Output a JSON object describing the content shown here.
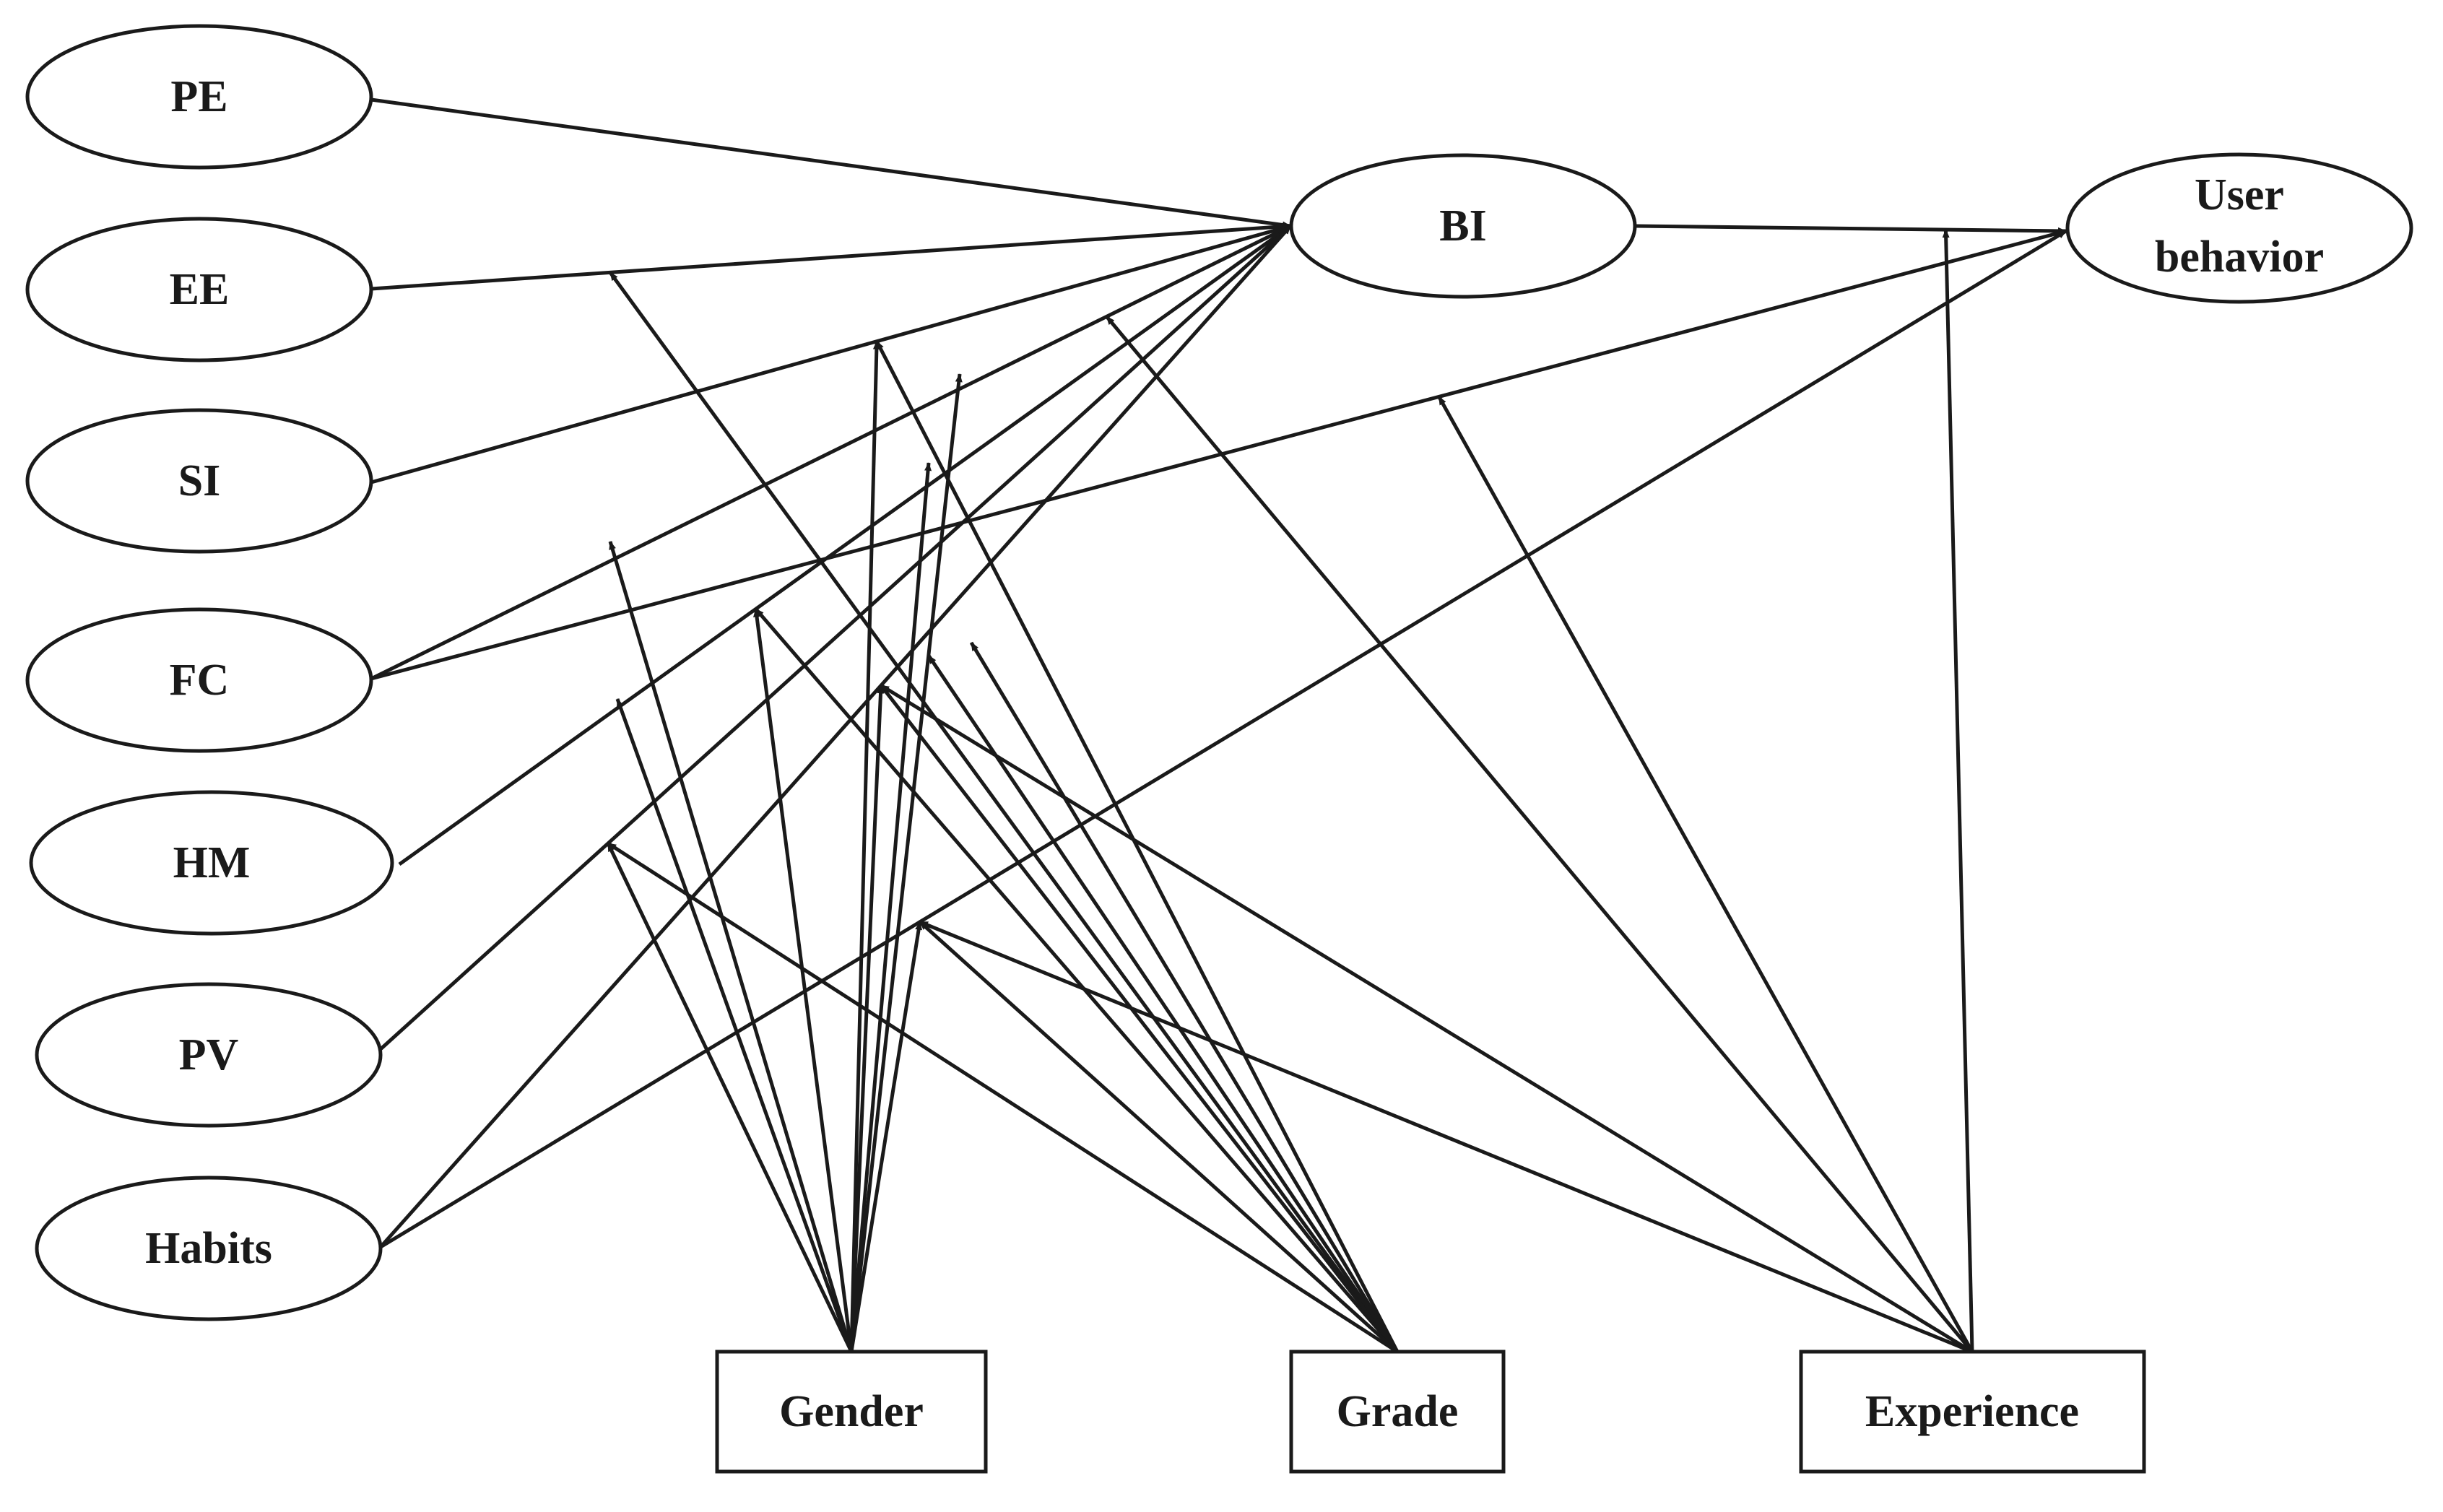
{
  "nodes": [
    {
      "id": "PE",
      "label": "PE",
      "shape": "ellipse"
    },
    {
      "id": "EE",
      "label": "EE",
      "shape": "ellipse"
    },
    {
      "id": "SI",
      "label": "SI",
      "shape": "ellipse"
    },
    {
      "id": "FC",
      "label": "FC",
      "shape": "ellipse"
    },
    {
      "id": "HM",
      "label": "HM",
      "shape": "ellipse"
    },
    {
      "id": "PV",
      "label": "PV",
      "shape": "ellipse"
    },
    {
      "id": "Habits",
      "label": "Habits",
      "shape": "ellipse"
    },
    {
      "id": "BI",
      "label": "BI",
      "shape": "ellipse"
    },
    {
      "id": "UB",
      "label_lines": [
        "User",
        "behavior"
      ],
      "shape": "ellipse"
    },
    {
      "id": "Gender",
      "label": "Gender",
      "shape": "rectangle"
    },
    {
      "id": "Grade",
      "label": "Grade",
      "shape": "rectangle"
    },
    {
      "id": "Experience",
      "label": "Experience",
      "shape": "rectangle"
    }
  ],
  "edges": [
    {
      "from": "PE",
      "to": "BI",
      "type": "path"
    },
    {
      "from": "EE",
      "to": "BI",
      "type": "path"
    },
    {
      "from": "SI",
      "to": "BI",
      "type": "path"
    },
    {
      "from": "FC",
      "to": "BI",
      "type": "path"
    },
    {
      "from": "HM",
      "to": "BI",
      "type": "path"
    },
    {
      "from": "PV",
      "to": "BI",
      "type": "path"
    },
    {
      "from": "Habits",
      "to": "BI",
      "type": "path"
    },
    {
      "from": "FC",
      "to": "UB",
      "type": "path"
    },
    {
      "from": "Habits",
      "to": "UB",
      "type": "path"
    },
    {
      "from": "BI",
      "to": "UB",
      "type": "path"
    },
    {
      "from": "Gender",
      "to": "SI-BI",
      "type": "moderation"
    },
    {
      "from": "Gender",
      "to": "HM-BI",
      "type": "moderation"
    },
    {
      "from": "Gender",
      "to": "PV-BI",
      "type": "moderation"
    },
    {
      "from": "Gender",
      "to": "Habits-BI",
      "type": "moderation"
    },
    {
      "from": "Gender",
      "to": "Habits-UB",
      "type": "moderation"
    },
    {
      "from": "Grade",
      "to": "EE-BI",
      "type": "moderation"
    },
    {
      "from": "Grade",
      "to": "SI-BI",
      "type": "moderation"
    },
    {
      "from": "Grade",
      "to": "HM-BI",
      "type": "moderation"
    },
    {
      "from": "Grade",
      "to": "PV-BI",
      "type": "moderation"
    },
    {
      "from": "Grade",
      "to": "Habits-BI",
      "type": "moderation"
    },
    {
      "from": "Grade",
      "to": "Habits-UB",
      "type": "moderation"
    },
    {
      "from": "Experience",
      "to": "FC-UB",
      "type": "moderation"
    },
    {
      "from": "Experience",
      "to": "Habits-BI",
      "type": "moderation"
    },
    {
      "from": "Experience",
      "to": "Habits-UB",
      "type": "moderation"
    },
    {
      "from": "Experience",
      "to": "BI-UB",
      "type": "moderation"
    },
    {
      "from": "Experience",
      "to": "FC-BI",
      "type": "moderation"
    }
  ]
}
